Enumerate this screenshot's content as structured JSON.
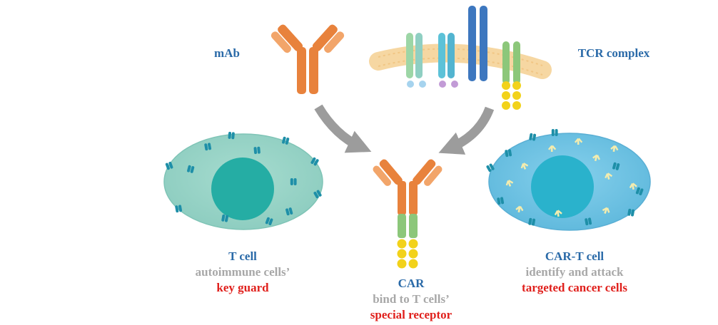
{
  "labels": {
    "mab": "mAb",
    "tcr_complex": "TCR complex",
    "t_cell": {
      "title": "T cell",
      "line2": "autoimmune cells’",
      "line3": "key guard"
    },
    "car": {
      "title": "CAR",
      "line2": "bind to T cells’",
      "line3": "special receptor"
    },
    "car_t_cell": {
      "title": "CAR-T cell",
      "line2": "identify and attack",
      "line3": "targeted cancer cells"
    }
  },
  "colors": {
    "title_blue": "#2a6aa8",
    "subtitle_gray": "#a8a8a8",
    "highlight_red": "#e0201c",
    "antibody_orange": "#e8823c",
    "antibody_light": "#f2a56a",
    "tcell_body": "#96d2c6",
    "tcell_nucleus": "#25ada4",
    "cart_body": "#6ec3e2",
    "cart_nucleus": "#2ab2cc",
    "receptor_teal": "#1e8fa8",
    "itam_yellow": "#f2d21a",
    "arrow_gray": "#9a9a9a"
  }
}
